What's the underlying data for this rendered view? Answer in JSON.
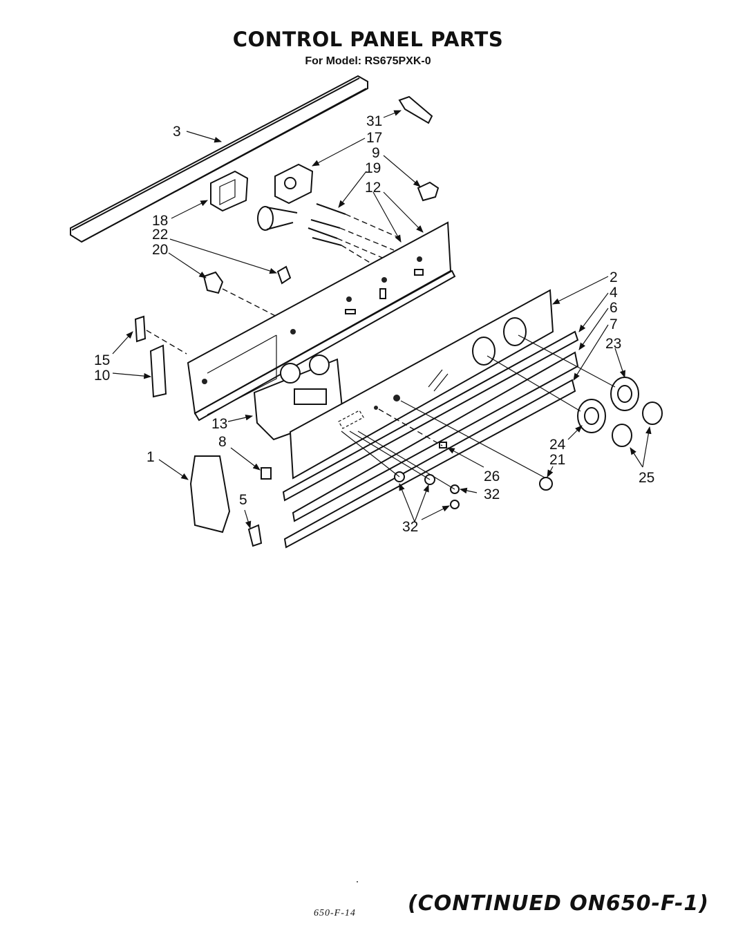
{
  "header": {
    "title": "CONTROL PANEL PARTS",
    "subtitle": "For Model: RS675PXK-0"
  },
  "callouts": {
    "c1": "1",
    "c2": "2",
    "c3": "3",
    "c4": "4",
    "c5": "5",
    "c6": "6",
    "c7": "7",
    "c8": "8",
    "c9": "9",
    "c10": "10",
    "c12": "12",
    "c13": "13",
    "c15": "15",
    "c17": "17",
    "c18": "18",
    "c19": "19",
    "c20": "20",
    "c21": "21",
    "c22": "22",
    "c23": "23",
    "c24": "24",
    "c25": "25",
    "c26": "26",
    "c31": "31",
    "c32a": "32",
    "c32b": "32"
  },
  "footer": {
    "page_ref": "650-F-14",
    "continued": "(CONTINUED ON650-F-1)"
  }
}
